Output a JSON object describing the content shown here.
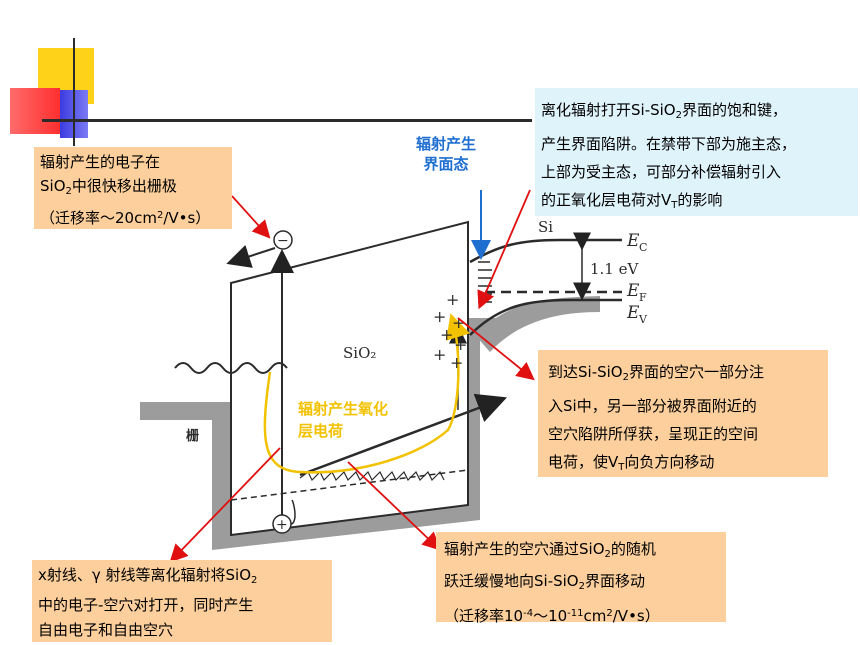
{
  "labels": {
    "blue_label_line1": "辐射产生",
    "blue_label_line2": "界面态",
    "yellow_label_line1": "辐射产生氧化",
    "yellow_label_line2": "层电荷",
    "sio2": "SiO₂",
    "gate": "栅",
    "si": "Si",
    "ec": "E",
    "ec_sub": "C",
    "ef": "E",
    "ef_sub": "F",
    "ev": "E",
    "ev_sub": "V",
    "gap": "1.1 eV",
    "minus": "−",
    "plus": "+"
  },
  "notes": {
    "top_left": {
      "l1": "辐射产生的电子在",
      "l2a": "SiO",
      "l2sub": "2",
      "l2b": "中很快移出栅极",
      "l3a": "（迁移率～20cm",
      "l3sup": "2",
      "l3b": "/V•s）"
    },
    "top_right": {
      "l1a": "离化辐射打开Si-SiO",
      "l1sub": "2",
      "l1b": "界面的饱和键，",
      "l2": "产生界面陷阱。在禁带下部为施主态，",
      "l3": "上部为受主态，可部分补偿辐射引入",
      "l4a": "的正氧化层电荷对V",
      "l4sub": "T",
      "l4b": "的影响"
    },
    "middle_right": {
      "l1a": "到达Si-SiO",
      "l1sub": "2",
      "l1b": "界面的空穴一部分注",
      "l2": "入Si中，另一部分被界面附近的",
      "l3": "空穴陷阱所俘获，呈现正的空间",
      "l4a": "电荷，使V",
      "l4sub": "T",
      "l4b": "向负方向移动"
    },
    "bottom_left": {
      "l1a": "x射线、γ 射线等离化辐射将SiO",
      "l1sub": "2",
      "l2": "中的电子-空穴对打开，同时产生",
      "l3": "自由电子和自由空穴"
    },
    "bottom_right": {
      "l1a": "辐射产生的空穴通过SiO",
      "l1sub": "2",
      "l1b": "的随机",
      "l2a": "跃迁缓慢地向Si-SiO",
      "l2sub": "2",
      "l2b": "界面移动",
      "l3a": "（迁移率10",
      "l3sup1": "-4",
      "l3mid": "～10",
      "l3sup2": "-11",
      "l3b": "cm",
      "l3sup3": "2",
      "l3c": "/V•s）"
    }
  },
  "colors": {
    "note_fill": "#fccf9c",
    "note_right_fill": "#dff3fb",
    "blue_text": "#1f6fd1",
    "yellow": "#f2c200",
    "arrow_red": "#e01010",
    "gray": "#9c9c9c"
  }
}
